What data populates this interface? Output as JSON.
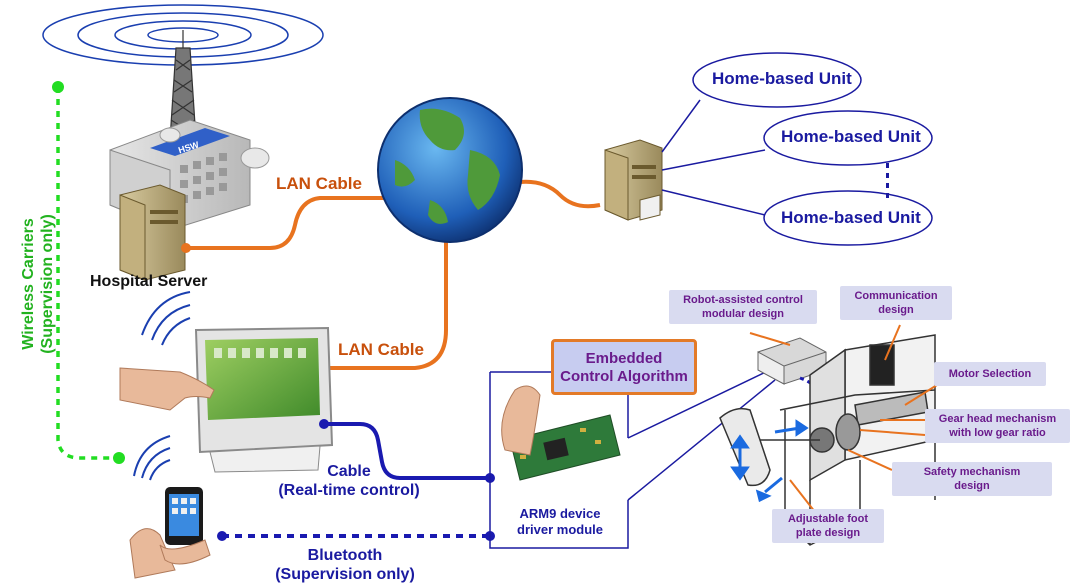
{
  "labels": {
    "lan_cable_top": "LAN Cable",
    "lan_cable_mid": "LAN Cable",
    "hospital_server": "Hospital Server",
    "home_unit_1": "Home-based Unit",
    "home_unit_2": "Home-based Unit",
    "home_unit_3": "Home-based Unit",
    "wireless_line1": "Wireless Carriers",
    "wireless_line2": "(Supervision only)",
    "cable_line1": "Cable",
    "cable_line2": "(Real-time control)",
    "bluetooth_line1": "Bluetooth",
    "bluetooth_line2": "(Supervision only)",
    "arm9_line1": "ARM9 device",
    "arm9_line2": "driver module",
    "embedded_line1": "Embedded",
    "embedded_line2": "Control Algorithm",
    "robot_line1": "Robot-assisted control",
    "robot_line2": "modular design",
    "comm_line1": "Communication",
    "comm_line2": "design",
    "motor": "Motor Selection",
    "gear_line1": "Gear head mechanism",
    "gear_line2": "with low gear ratio",
    "safety_line1": "Safety mechanism",
    "safety_line2": "design",
    "foot_line1": "Adjustable foot",
    "foot_line2": "plate design",
    "building_sign": "HSW"
  },
  "colors": {
    "lan": "#e8731f",
    "cable": "#1a1ab0",
    "wireless": "#22dd22",
    "home": "#1a1aa0",
    "callout_bg": "#d9dbf0",
    "callout_text": "#6a1b8c"
  }
}
